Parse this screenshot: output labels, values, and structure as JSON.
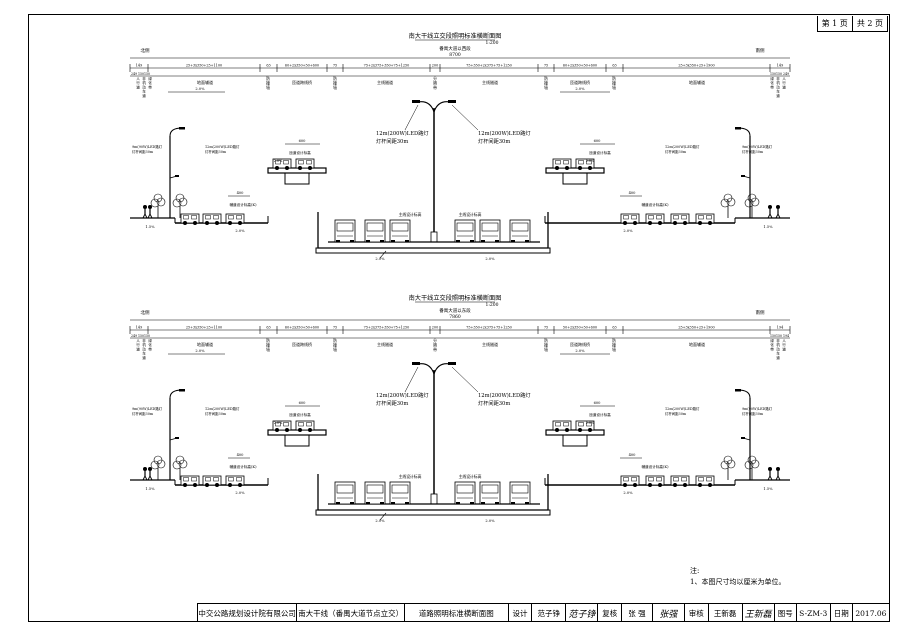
{
  "page_counter": {
    "current": "第 1 页",
    "total": "共 2 页"
  },
  "section_top": {
    "title": "南大干线立交段照明标准横断面图",
    "scale": "1:200",
    "subtitle": "番禺大道以西段",
    "overall_width": "8700",
    "left_side": "北侧",
    "right_side": "南侧",
    "dims_row1": [
      "149",
      "25+3x350+25+1100",
      "63",
      "60+2x350+50+600",
      "75",
      "75+2x375+350+75+1250",
      "200",
      "75+350+2x375+75+1250",
      "75",
      "60+2x350+50+600",
      "63",
      "25+3x350+25+1900",
      "149"
    ],
    "dims_row2_left": [
      "249",
      "150",
      "150"
    ],
    "dims_row2_right": [
      "150",
      "150",
      "249"
    ],
    "labels": [
      "地面辅道",
      "防撞墙",
      "匝道跨线桥",
      "防撞墙",
      "主线隧道",
      "分隔带",
      "主线隧道",
      "防撞墙",
      "匝道跨线桥",
      "防撞墙",
      "地面辅道"
    ],
    "side_labels_left": [
      "人行道",
      "非机动车道",
      "绿化带"
    ],
    "side_labels_right": [
      "绿化带",
      "非机动车道",
      "人行道"
    ],
    "slope_labels": [
      "2.0%",
      "2.0%",
      "1.5%",
      "2.0%",
      "2.0%",
      "1.5%"
    ]
  },
  "section_bottom": {
    "title": "南大干线立交段照明标准横断面图",
    "scale": "1:200",
    "subtitle": "番禺大道以东段",
    "overall_width": "7860",
    "dims_row1": [
      "149",
      "25+3x350+25+1100",
      "63",
      "60+2x350+50+600",
      "75",
      "75+2x375+350+75+1250",
      "200",
      "75+350+2x375+75+1250",
      "75",
      "50+2x350+50+600",
      "63",
      "25+3x350+25+1900",
      "194"
    ],
    "dims_row2_left": [
      "249",
      "150",
      "150"
    ],
    "dims_row2_right": [
      "150",
      "150",
      "194"
    ]
  },
  "annotations": {
    "left_lamp": [
      "9m(90W)LED路灯",
      "灯杆间距30m"
    ],
    "left_lamp2": [
      "12m(200W)LED路灯",
      "灯杆间距30m"
    ],
    "right_lamp": [
      "9m(90W)LED路灯",
      "灯杆间距30m"
    ],
    "right_lamp2": [
      "12m(200W)LED路灯",
      "灯杆间距30m"
    ],
    "center_left": [
      "12m(200W)LED路灯",
      "灯杆间距30m"
    ],
    "center_right": [
      "12m(200W)LED路灯",
      "灯杆间距30m"
    ],
    "bridge_light": "匝道设计标高",
    "tunnel_light": "主线设计标高",
    "ramp_light": "辅道设计标高(K)",
    "dim_400": "400",
    "dim_600": "600"
  },
  "notes": {
    "heading": "注:",
    "items": [
      "1、本图尺寸均以厘米为单位。"
    ]
  },
  "title_block": {
    "company": "中交公路规划设计院有限公司",
    "project": "南大干线（番禺大道节点立交）",
    "drawing": "道路照明标准横断面图",
    "design_label": "设计",
    "designer": "范子铮",
    "designer_sig": "范子铮",
    "check_label": "复核",
    "checker": "张 强",
    "checker_sig": "张强",
    "review_label": "审核",
    "reviewer": "王新磊",
    "reviewer_sig": "王新磊",
    "sheet_label": "图号",
    "sheet_no": "S-ZM-3",
    "date_label": "日期",
    "date": "2017.06"
  }
}
